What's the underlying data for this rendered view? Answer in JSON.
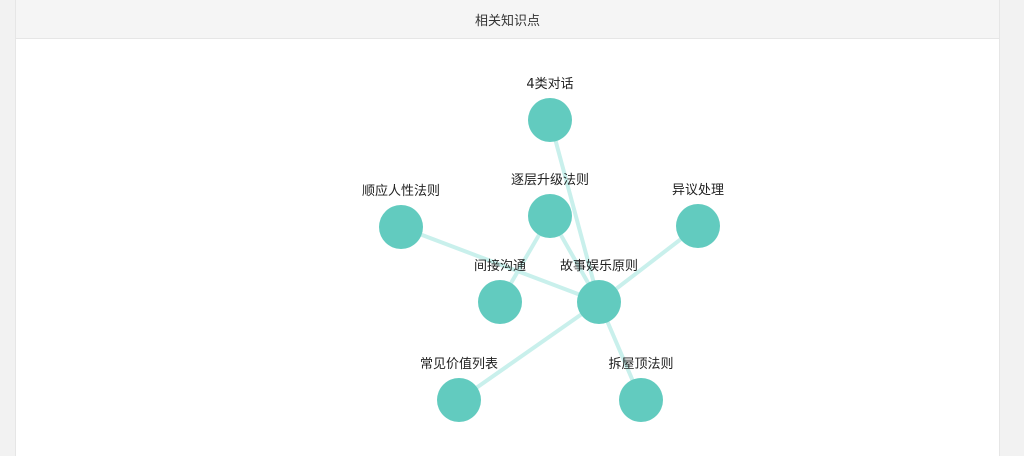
{
  "header": {
    "title": "相关知识点"
  },
  "colors": {
    "node": "#62cbbf",
    "edge": "#c9f0ec"
  },
  "graph": {
    "nodes": [
      {
        "id": "n1",
        "label": "4类对话"
      },
      {
        "id": "n2",
        "label": "顺应人性法则"
      },
      {
        "id": "n3",
        "label": "逐层升级法则"
      },
      {
        "id": "n4",
        "label": "异议处理"
      },
      {
        "id": "n5",
        "label": "间接沟通"
      },
      {
        "id": "n6",
        "label": "故事娱乐原则"
      },
      {
        "id": "n7",
        "label": "常见价值列表"
      },
      {
        "id": "n8",
        "label": "拆屋顶法则"
      }
    ],
    "edges": [
      [
        "n1",
        "n6"
      ],
      [
        "n2",
        "n6"
      ],
      [
        "n3",
        "n6"
      ],
      [
        "n3",
        "n5"
      ],
      [
        "n4",
        "n6"
      ],
      [
        "n7",
        "n6"
      ],
      [
        "n8",
        "n6"
      ]
    ]
  }
}
